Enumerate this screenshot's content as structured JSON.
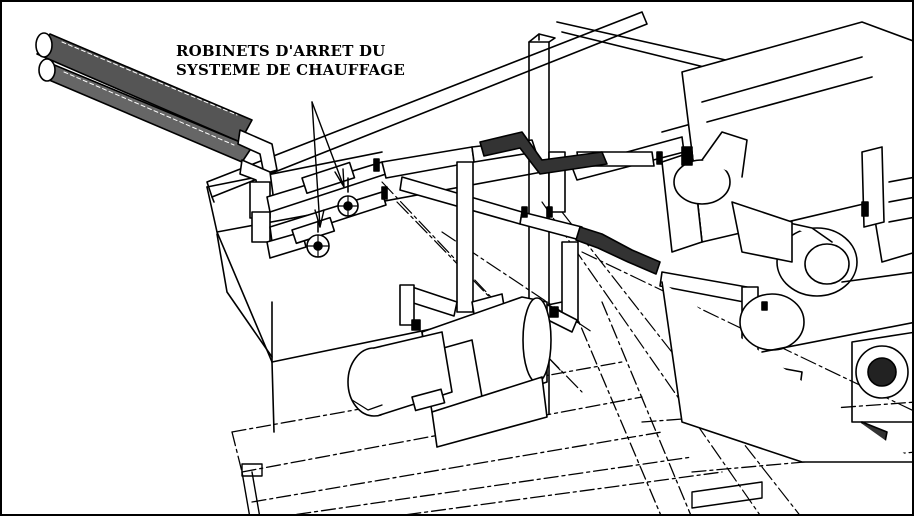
{
  "diagram": {
    "callout_lines": [
      "ROBINETS D'ARRET DU",
      "SYSTEME DE CHAUFFAGE"
    ],
    "ink_color": "#000000",
    "paper_color": "#ffffff",
    "components": [
      "heating-pipes",
      "shutoff-valves",
      "support-frame",
      "vertical-post",
      "tank",
      "pump-motor",
      "engine",
      "insulated-hoses",
      "base-skid"
    ]
  }
}
